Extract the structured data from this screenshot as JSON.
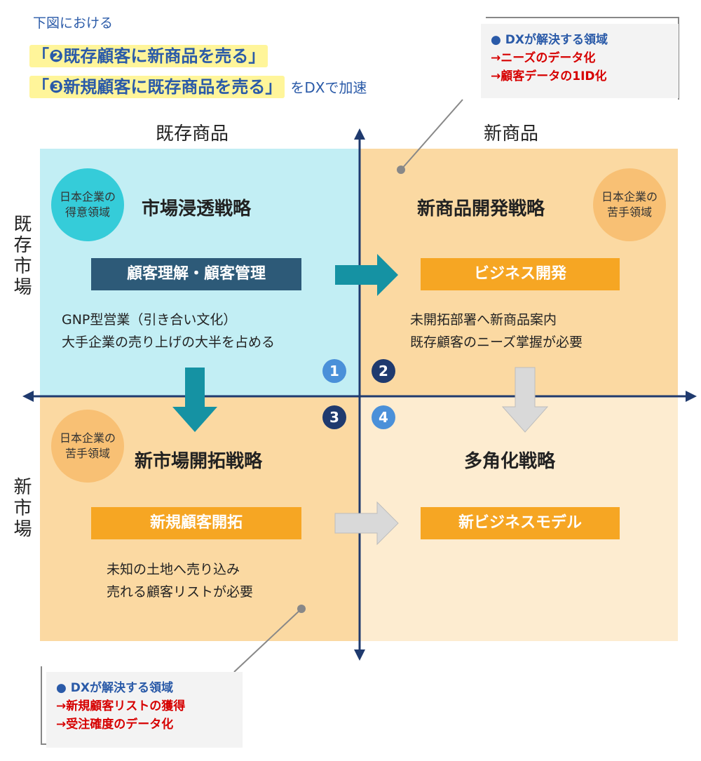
{
  "intro": "下図における",
  "highlight_line1": "「❷既存顧客に新商品を売る」",
  "highlight_line2": "「❸新規顧客に既存商品を売る」",
  "highlight_suffix": "をDXで加速",
  "col_existing_product": "既存商品",
  "col_new_product": "新商品",
  "row_existing_market": "既存市場",
  "row_new_market": "新市場",
  "quadrants": {
    "q1": {
      "badge": "日本企業の\n得意領域",
      "strategy": "市場浸透戦略",
      "tag": "顧客理解・顧客管理",
      "desc1": "GNP型営業（引き合い文化）",
      "desc2": "大手企業の売り上げの大半を占める"
    },
    "q2": {
      "badge": "日本企業の\n苦手領域",
      "strategy": "新商品開発戦略",
      "tag": "ビジネス開発",
      "desc1": "未開拓部署へ新商品案内",
      "desc2": "既存顧客のニーズ掌握が必要"
    },
    "q3": {
      "badge": "日本企業の\n苦手領域",
      "strategy": "新市場開拓戦略",
      "tag": "新規顧客開拓",
      "desc1": "未知の土地へ売り込み",
      "desc2": "売れる顧客リストが必要"
    },
    "q4": {
      "strategy": "多角化戦略",
      "tag": "新ビジネスモデル"
    }
  },
  "numbers": [
    "1",
    "2",
    "3",
    "4"
  ],
  "callout_top": {
    "heading": "● DXが解決する領域",
    "line1": "→ニーズのデータ化",
    "line2": "→顧客データの1ID化"
  },
  "callout_bottom": {
    "heading": "● DXが解決する領域",
    "line1": "→新規顧客リストの獲得",
    "line2": "→受注確度のデータ化"
  },
  "colors": {
    "q1_bg": "#c2eef4",
    "q2_bg": "#fbd9a2",
    "q3_bg": "#fbd9a2",
    "q4_bg": "#fdecd0",
    "axis": "#1f3a6e",
    "teal_arrow": "#1592a3",
    "gray_arrow": "#d9d9d9",
    "num_light": "#4a90d9",
    "num_dark": "#1f3a6e"
  }
}
